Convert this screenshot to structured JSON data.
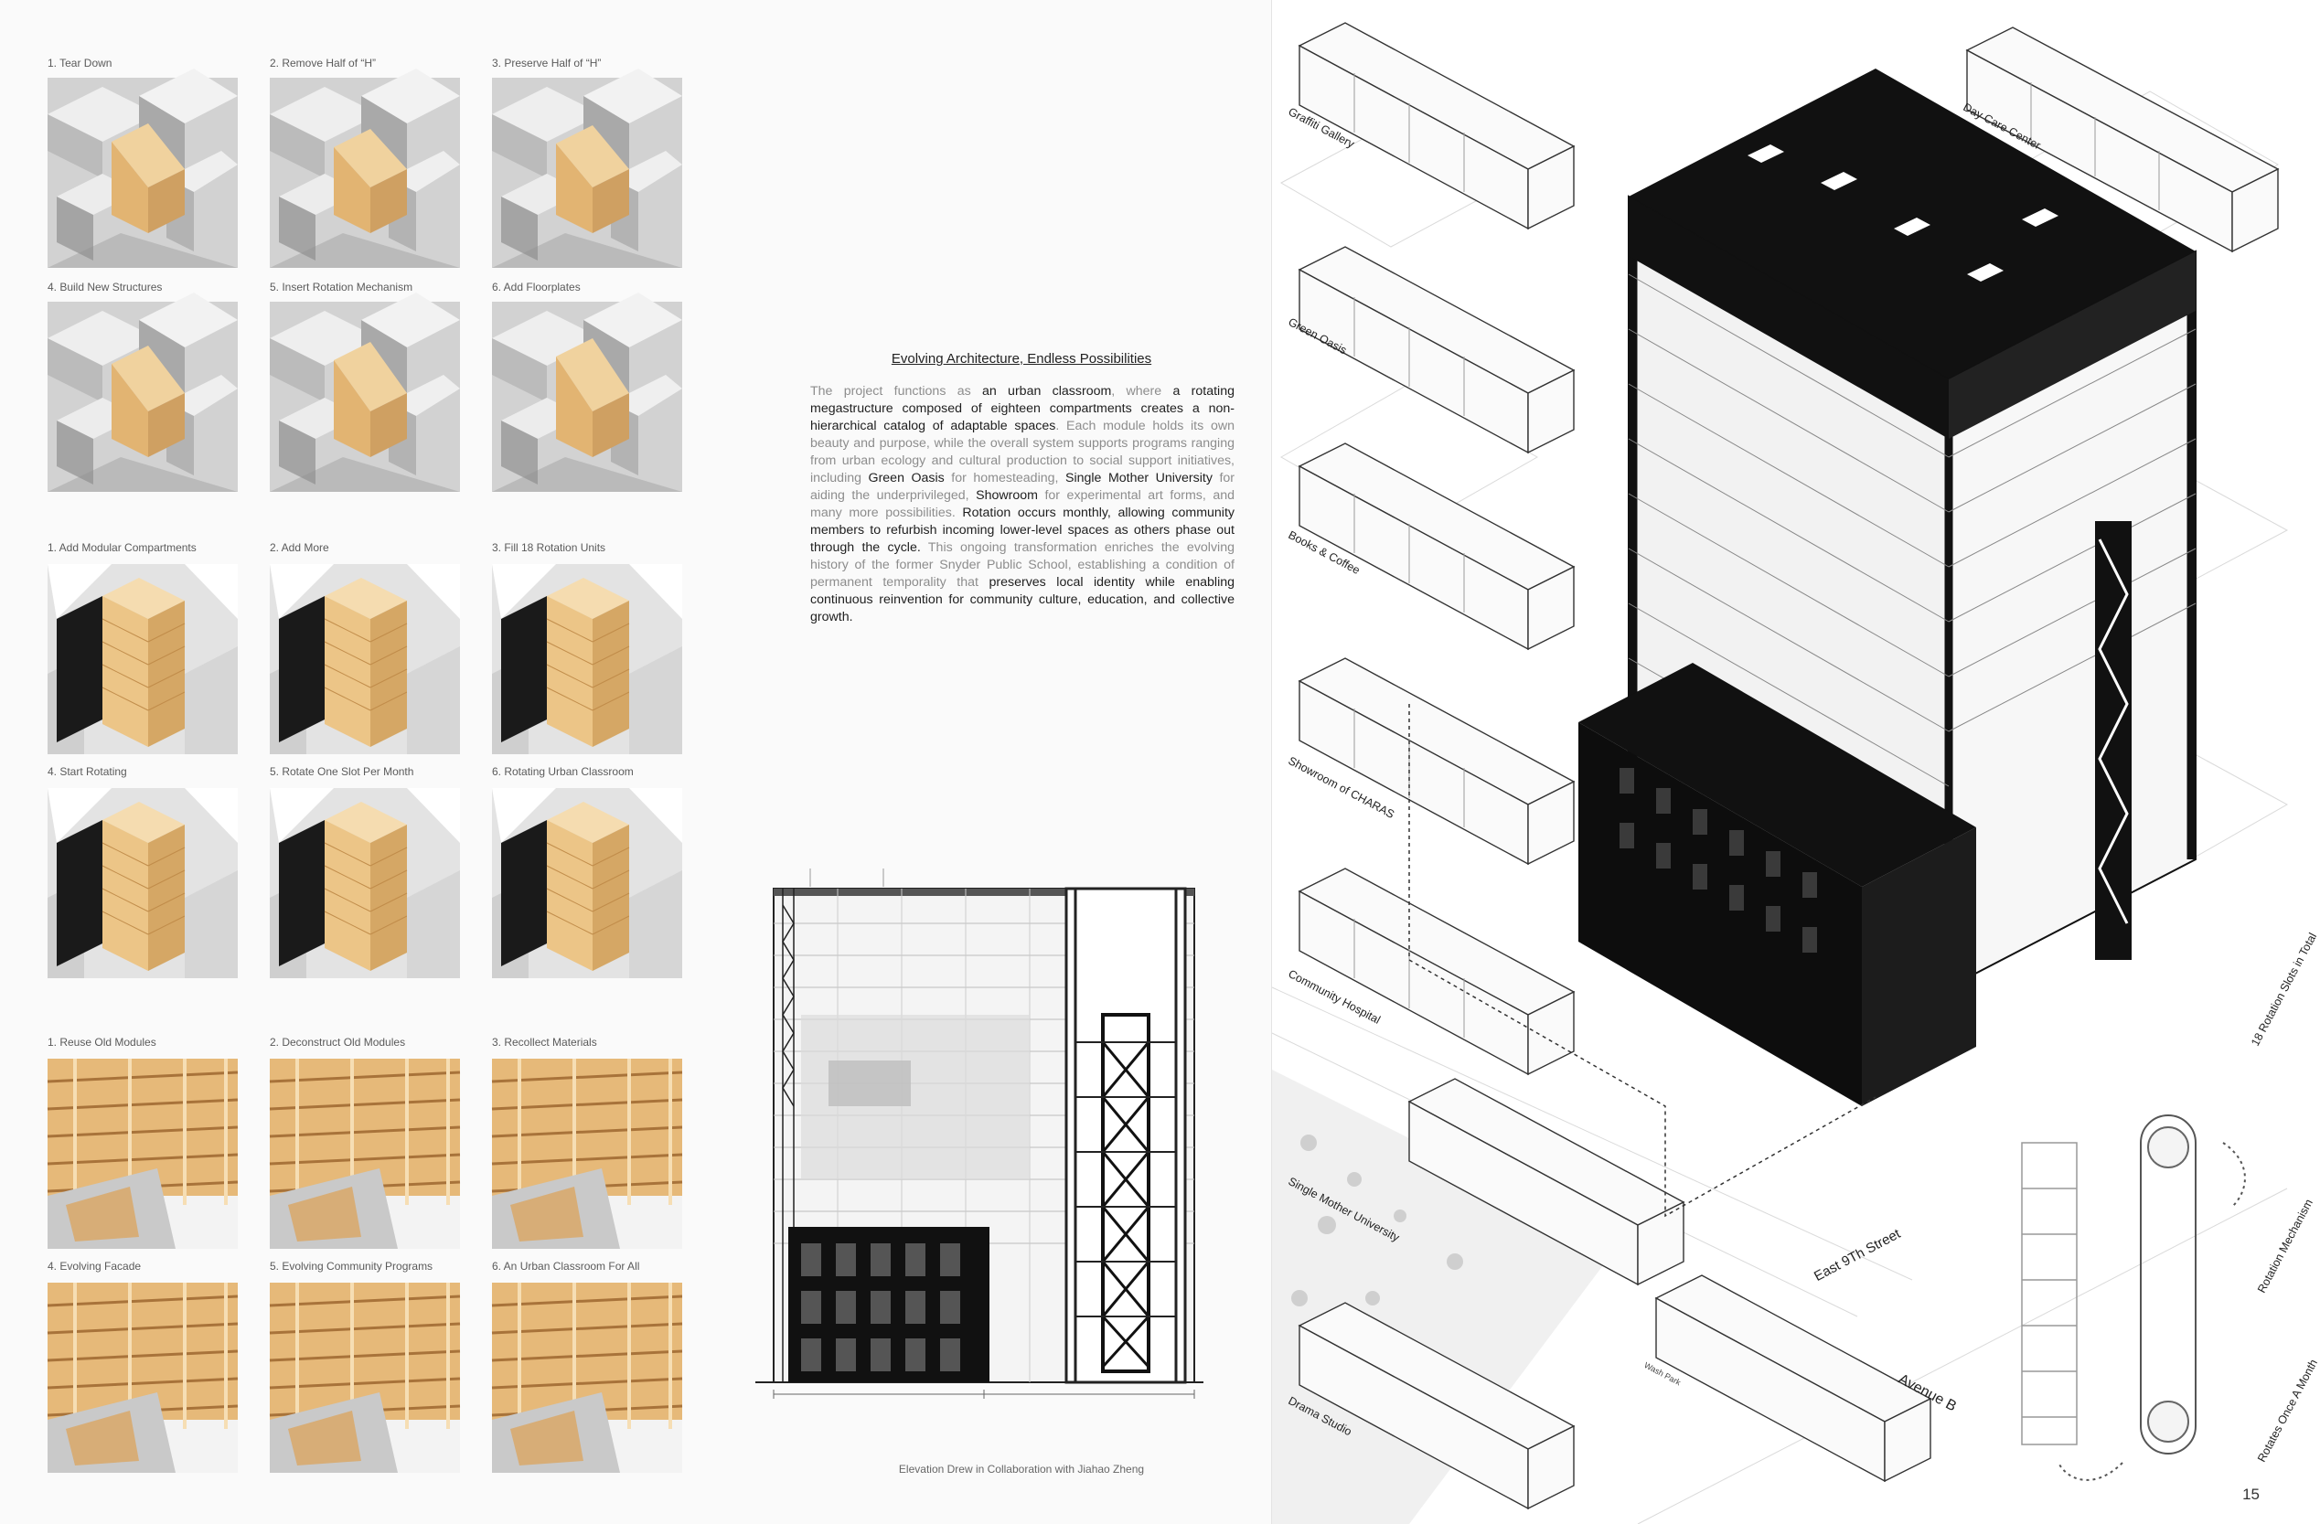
{
  "steps": {
    "row1": [
      "1. Tear Down",
      "2. Remove Half of “H”",
      "3. Preserve Half of “H”"
    ],
    "row2": [
      "4. Build New Structures",
      "5. Insert Rotation Mechanism",
      "6. Add Floorplates"
    ],
    "row3": [
      "1. Add Modular Compartments",
      "2. Add More",
      "3. Fill 18 Rotation Units"
    ],
    "row4": [
      "4. Start Rotating",
      "5. Rotate One Slot Per Month",
      "6. Rotating Urban Classroom"
    ],
    "row5": [
      "1. Reuse Old Modules",
      "2. Deconstruct Old Modules",
      "3. Recollect Materials"
    ],
    "row6": [
      "4. Evolving Facade",
      "5. Evolving Community Programs",
      "6. An Urban Classroom For All"
    ]
  },
  "essay": {
    "title": "Evolving Architecture, Endless Possibilities",
    "segments": [
      {
        "t": "The project functions as ",
        "hl": false
      },
      {
        "t": "an urban classroom",
        "hl": true
      },
      {
        "t": ", where ",
        "hl": false
      },
      {
        "t": "a rotating megastructure composed of eighteen compartments creates a non-hierarchical catalog of adaptable spaces",
        "hl": true
      },
      {
        "t": ". Each module holds its own beauty and purpose, while the overall system supports programs ranging from urban ecology and cultural production to social support initiatives, including ",
        "hl": false
      },
      {
        "t": "Green Oasis",
        "hl": true
      },
      {
        "t": " for homesteading, ",
        "hl": false
      },
      {
        "t": "Single Mother University",
        "hl": true
      },
      {
        "t": " for aiding the underprivileged, ",
        "hl": false
      },
      {
        "t": "Showroom",
        "hl": true
      },
      {
        "t": " for experimental art forms, and many more possibilities. ",
        "hl": false
      },
      {
        "t": "Rotation occurs monthly, allowing community members to refurbish incoming lower-level spaces as others phase out through the cycle.",
        "hl": true
      },
      {
        "t": " This ongoing transformation enriches the evolving history of the former Snyder Public School, establishing a condition of permanent temporality that ",
        "hl": false
      },
      {
        "t": "preserves local identity while enabling continuous reinvention for community culture, education, and collective growth.",
        "hl": true
      }
    ]
  },
  "elevation_caption": "Elevation Drew in Collaboration with Jiahao Zheng",
  "modules": [
    "Graffiti Gallery",
    "Green Oasis",
    "Books & Coffee",
    "Showroom of CHARAS",
    "Community Hospital",
    "Single Mother University",
    "Drama Studio",
    "Day Care Center"
  ],
  "annotations": {
    "slots": "18 Rotation Slots in Total",
    "mechanism": "Rotation Mechanism",
    "rotates": "Rotates Once A Month",
    "street1": "East 9Th Street",
    "street2": "Avenue B",
    "park": "Wash Park"
  },
  "page_number": "15",
  "colors": {
    "wood": "#e8c48a",
    "wood_dark": "#c99a5a",
    "gray": "#d9d9d9",
    "ink": "#111111"
  }
}
